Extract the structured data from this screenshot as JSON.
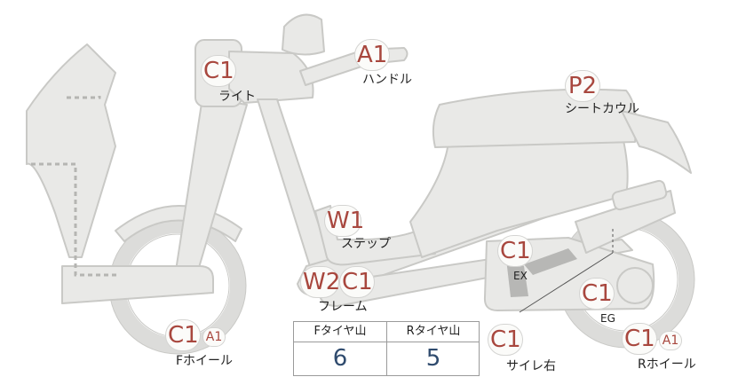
{
  "parts": {
    "light": {
      "code": "C1",
      "label": "ライト"
    },
    "handle": {
      "code": "A1",
      "label": "ハンドル"
    },
    "seat_cowl": {
      "code": "P2",
      "label": "シートカウル"
    },
    "step": {
      "code": "W1",
      "label": "ステップ"
    },
    "frame": {
      "code_a": "W2",
      "code_b": "C1",
      "label": "フレーム"
    },
    "exhaust": {
      "code": "C1",
      "label": "EX"
    },
    "engine": {
      "code": "C1",
      "label": "EG"
    },
    "silencer_right": {
      "code": "C1",
      "label": "サイレ右"
    },
    "front_wheel": {
      "code": "C1",
      "sub_code": "A1",
      "label": "Fホイール"
    },
    "rear_wheel": {
      "code": "C1",
      "sub_code": "A1",
      "label": "Rホイール"
    }
  },
  "tire_table": {
    "front_header": "Fタイヤ山",
    "rear_header": "Rタイヤ山",
    "front_value": "6",
    "rear_value": "5"
  },
  "colors": {
    "body_fill": "#e9e9e7",
    "body_stroke": "#c9c9c6",
    "dotted": "#b5b5b2",
    "code_text": "#a8473e",
    "value_text": "#2f4b6e"
  }
}
